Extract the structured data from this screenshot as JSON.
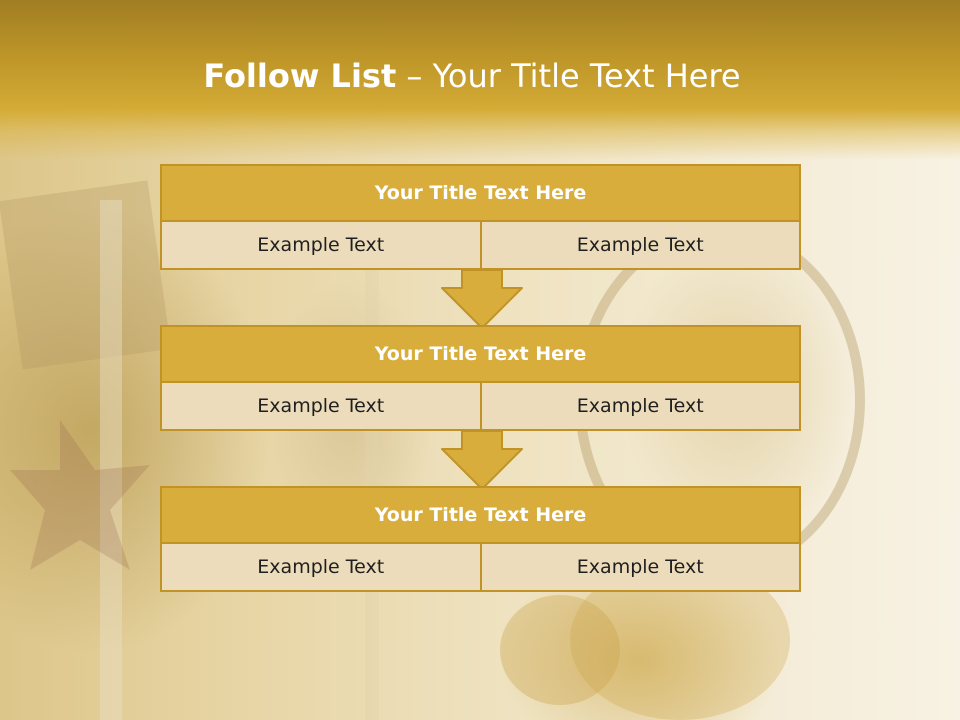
{
  "slide": {
    "title_bold": "Follow List",
    "title_rest": " – Your Title Text Here"
  },
  "blocks": [
    {
      "title": "Your Title Text Here",
      "left": "Example Text",
      "right": "Example Text"
    },
    {
      "title": "Your Title Text Here",
      "left": "Example Text",
      "right": "Example Text"
    },
    {
      "title": "Your Title Text Here",
      "left": "Example Text",
      "right": "Example Text"
    }
  ],
  "colors": {
    "header_dark": "#a17d23",
    "header_gold": "#d4ab35",
    "block_title_fill": "#d8ad3c",
    "block_border": "#c19326",
    "cell_fill": "#eddcbb"
  }
}
